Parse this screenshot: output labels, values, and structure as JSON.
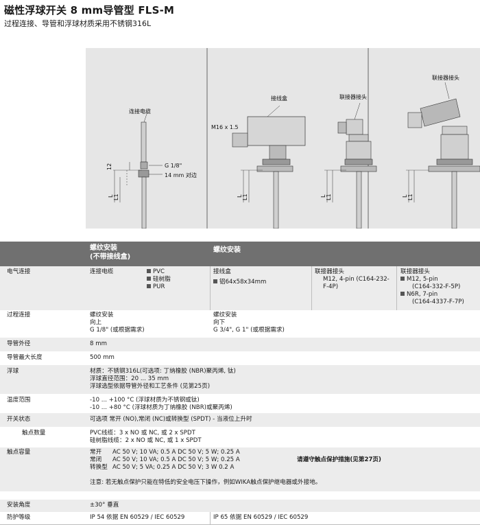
{
  "header": {
    "title": "磁性浮球开关 8 mm导管型 FLS-M",
    "subtitle": "过程连接、导管和浮球材质采用不锈钢316L"
  },
  "figure": {
    "cable_label": "连接电缆",
    "thread_label": "G 1/8\"",
    "hex_label": "14 mm 对边",
    "dim_12": "12",
    "l_label": "L",
    "l1_label": "L1",
    "junction_box_label": "接线盒",
    "m16_label": "M16 x 1.5",
    "connector_label_1": "联接器接头",
    "connector_label_2": "联接器接头"
  },
  "table": {
    "head_col1_line1": "螺纹安装",
    "head_col1_line2": "(不带接线盒)",
    "head_col2": "螺纹安装",
    "rows": {
      "electrical": {
        "key": "电气连接",
        "col1": "连接电缆",
        "materials": [
          "PVC",
          "硅树脂",
          "PUR"
        ],
        "box_title": "接线盒",
        "box_value": "铝64x58x34mm",
        "conn1_title": "联接器接头",
        "conn1_line1": "M12, 4-pin (C164-232-",
        "conn1_line2": "F-4P)",
        "conn2_title": "联接器接头",
        "conn2_opt1_line1": "M12, 5-pin",
        "conn2_opt1_line2": "(C164-332-F-5P)",
        "conn2_opt2_line1": "N6R, 7-pin",
        "conn2_opt2_line2": "(C164-4337-F-7P)"
      },
      "process": {
        "key": "过程连接",
        "col1": [
          "螺纹安装",
          "向上",
          "G 1/8\" (或根据需求)"
        ],
        "col2": [
          "螺纹安装",
          "向下",
          "G 3/4\", G 1\" (或根据需求)"
        ]
      },
      "tube_od": {
        "key": "导管外径",
        "value": "8 mm"
      },
      "tube_len": {
        "key": "导管最大长度",
        "value": "500 mm"
      },
      "float": {
        "key": "浮球",
        "lines": [
          "材质：不锈钢316L(可选项: 丁纳橡胶 (NBR)聚丙烯, 钛)",
          "浮球直径范围：20 ... 35 mm",
          "浮球选型依据导管外径和工艺条件 (见第25页)"
        ]
      },
      "temperature": {
        "key": "温度范围",
        "lines": [
          "-10 ... +100 °C (浮球材质为不锈钢或钛)",
          "-10 ... +80 °C (浮球材质为丁纳橡胶 (NBR)或聚丙烯)"
        ]
      },
      "switch": {
        "key": "开关状态",
        "value": "可选项 常开 (NO),常闭 (NC)或转换型 (SPDT) - 当液位上升时"
      },
      "contacts": {
        "key": "触点数量",
        "lines": [
          "PVC线缆：3 x NO 或 NC, 或 2 x SPDT",
          "硅树脂线缆：2 x NO 或 NC, 或 1 x SPDT"
        ]
      },
      "rating": {
        "key": "触点容量",
        "lines": [
          {
            "type": "常开",
            "spec": "AC 50 V; 10 VA; 0.5 A  DC 50 V; 5 W; 0.25 A"
          },
          {
            "type": "常闭",
            "spec": "AC 50 V; 10 VA; 0.5 A  DC 50 V; 5 W; 0.25 A"
          },
          {
            "type": "转换型",
            "spec": "AC 50 V; 5 VA; 0.25 A  DC 50 V; 3 W 0.2 A"
          }
        ],
        "note_right": "请遵守触点保护措施(见第27页)",
        "note": "注意: 若无触点保护只能在特低的安全电压下操作，例如WIKA触点保护继电器或外接地。"
      },
      "angle": {
        "key": "安装角度",
        "value": "±30° 垂直"
      },
      "ip": {
        "key": "防护等级",
        "col1": "IP 54 依据 EN 60529 / IEC 60529",
        "col2": "IP 65 依据 EN 60529 / IEC 60529"
      }
    }
  }
}
